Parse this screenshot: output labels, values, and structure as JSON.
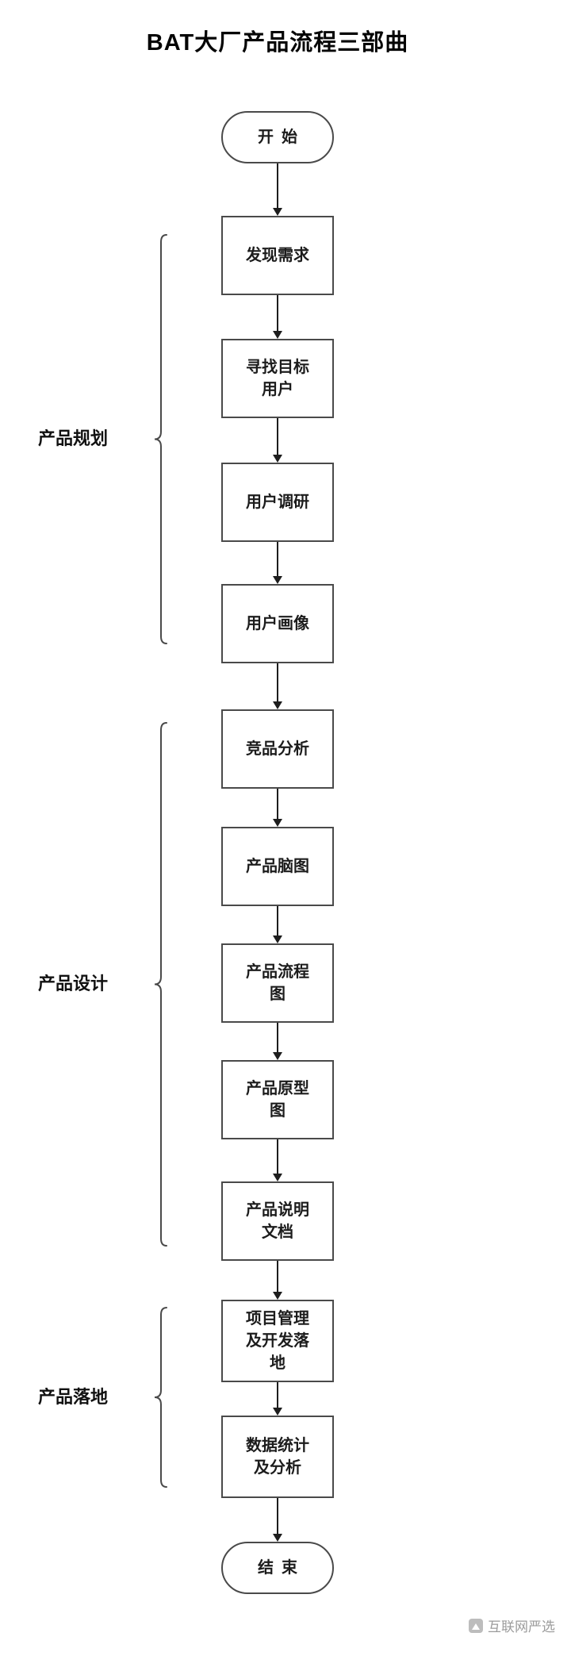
{
  "title": "BAT大厂产品流程三部曲",
  "flow": {
    "start": "开始",
    "end": "结束",
    "nodes": [
      {
        "label": "发现需求"
      },
      {
        "label": "寻找目标用户"
      },
      {
        "label": "用户调研"
      },
      {
        "label": "用户画像"
      },
      {
        "label": "竞品分析"
      },
      {
        "label": "产品脑图"
      },
      {
        "label": "产品流程图"
      },
      {
        "label": "产品原型图"
      },
      {
        "label": "产品说明文档"
      },
      {
        "label": "项目管理及开发落地"
      },
      {
        "label": "数据统计及分析"
      }
    ]
  },
  "groups": [
    {
      "label": "产品规划"
    },
    {
      "label": "产品设计"
    },
    {
      "label": "产品落地"
    }
  ],
  "watermark": {
    "text": "互联网严选"
  },
  "colors": {
    "border": "#4a4a4a",
    "arrow": "#1d1d1d",
    "text": "#1c1c1c",
    "group-text": "#111111",
    "watermark": "#9b9b9b",
    "bg": "#ffffff"
  }
}
